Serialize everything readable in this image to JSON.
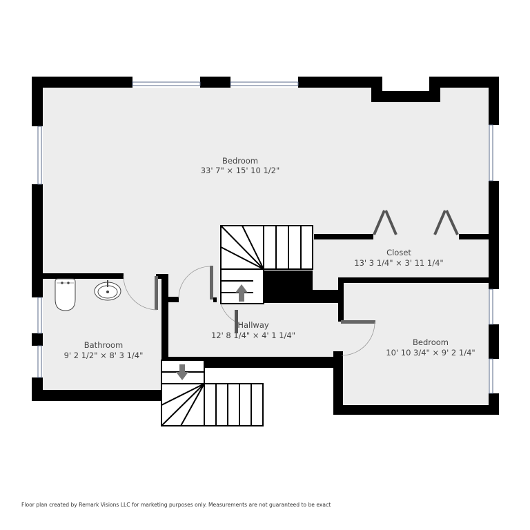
{
  "colors": {
    "wall": "#000000",
    "floor": "#ededed",
    "background": "#ffffff",
    "door": "#666666",
    "window": "#5a6a8a",
    "text": "#444444"
  },
  "rooms": [
    {
      "name": "Bedroom",
      "dimensions": "33' 7\" × 15' 10 1/2\""
    },
    {
      "name": "Closet",
      "dimensions": "13' 3 1/4\" × 3' 11 1/4\""
    },
    {
      "name": "Hallway",
      "dimensions": "12' 8 1/4\" × 4' 1 1/4\""
    },
    {
      "name": "Bathroom",
      "dimensions": "9' 2 1/2\" × 8' 3 1/4\""
    },
    {
      "name": "Bedroom",
      "dimensions": "10' 10 3/4\" × 9' 2 1/4\""
    }
  ],
  "fixtures": {
    "toilet": "toilet",
    "sink": "sink",
    "stairs_up": "stairs-up-arrow",
    "stairs_down": "stairs-down-arrow"
  },
  "footer": {
    "disclaimer": "Floor plan created by Remark Visions LLC for marketing purposes only. Measurements are not guaranteed to be exact"
  }
}
